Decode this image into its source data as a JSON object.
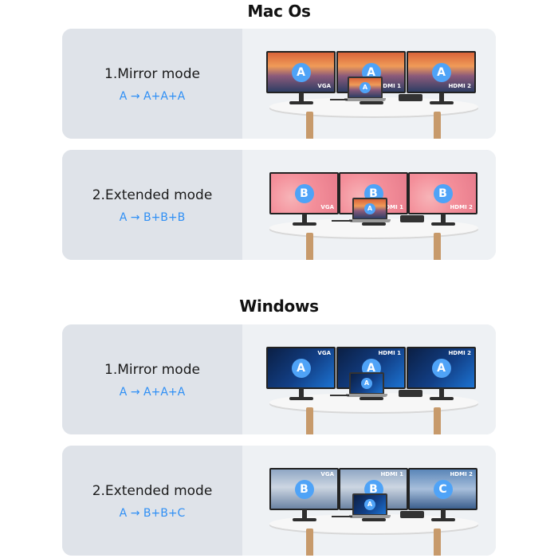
{
  "sections": [
    {
      "title": "Mac Os",
      "cards": [
        {
          "mode": "1.Mirror mode",
          "formula": "A → A+A+A",
          "monitors": [
            {
              "port": "VGA",
              "letter": "A"
            },
            {
              "port": "HDMI 1",
              "letter": "A"
            },
            {
              "port": "HDMI 2",
              "letter": "A"
            }
          ],
          "laptop_letter": "A"
        },
        {
          "mode": "2.Extended mode",
          "formula": "A → B+B+B",
          "monitors": [
            {
              "port": "VGA",
              "letter": "B"
            },
            {
              "port": "HDMI 1",
              "letter": "B"
            },
            {
              "port": "HDMI 2",
              "letter": "B"
            }
          ],
          "laptop_letter": "A"
        }
      ]
    },
    {
      "title": "Windows",
      "cards": [
        {
          "mode": "1.Mirror mode",
          "formula": "A → A+A+A",
          "monitors": [
            {
              "port": "VGA",
              "letter": "A"
            },
            {
              "port": "HDMI 1",
              "letter": "A"
            },
            {
              "port": "HDMI 2",
              "letter": "A"
            }
          ],
          "laptop_letter": "A"
        },
        {
          "mode": "2.Extended mode",
          "formula": "A → B+B+C",
          "monitors": [
            {
              "port": "VGA",
              "letter": "B"
            },
            {
              "port": "HDMI 1",
              "letter": "B"
            },
            {
              "port": "HDMI 2",
              "letter": "C"
            }
          ],
          "laptop_letter": "A"
        }
      ]
    }
  ],
  "colors": {
    "accent": "#2f8ff5",
    "badge": "#4fa3f7",
    "card_bg": "#e6e9ee"
  }
}
